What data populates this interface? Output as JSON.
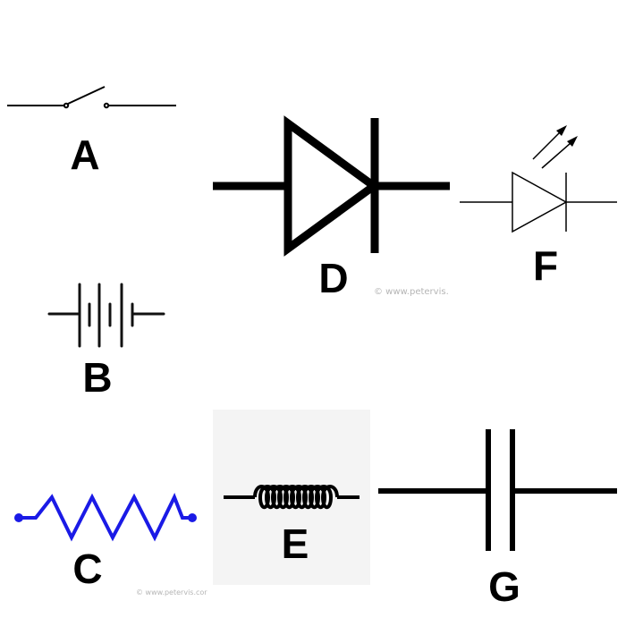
{
  "symbols": {
    "switch": {
      "label": "A"
    },
    "battery": {
      "label": "B"
    },
    "resistor": {
      "label": "C",
      "color": "#1a1ae6"
    },
    "diode": {
      "label": "D"
    },
    "inductor": {
      "label": "E"
    },
    "led": {
      "label": "F"
    },
    "capacitor": {
      "label": "G"
    }
  },
  "watermarks": {
    "diode": "© www.petervis.",
    "resistor": "© www.petervis.cor"
  },
  "colors": {
    "line": "#000000",
    "resistor": "#1a1ae6",
    "inductor_bg": "#f4f4f4"
  }
}
